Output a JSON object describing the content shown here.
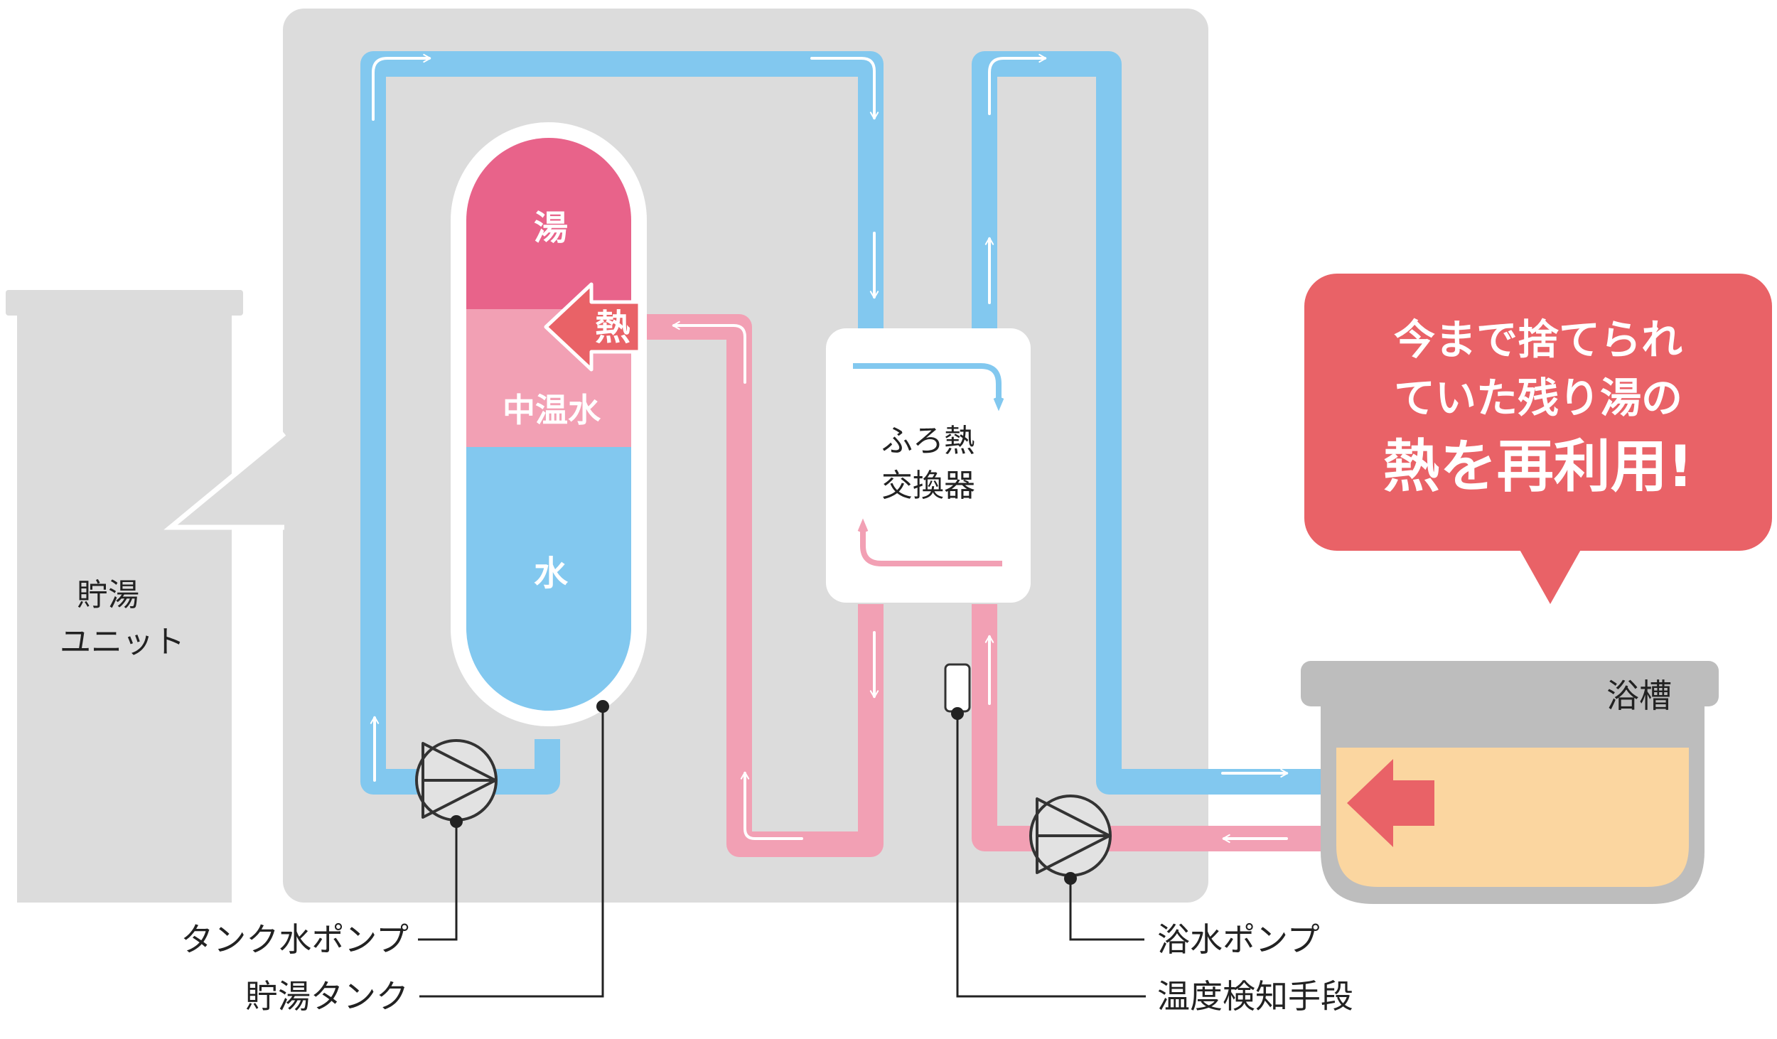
{
  "storage_unit": {
    "label_line1": "貯湯",
    "label_line2": "ユニット"
  },
  "tank": {
    "zone_hot": "湯",
    "zone_mid": "中温水",
    "zone_cold": "水",
    "heat_arrow": "熱"
  },
  "exchanger": {
    "line1": "ふろ熱",
    "line2": "交換器"
  },
  "callout": {
    "line1": "今まで捨てられ",
    "line2": "ていた残り湯の",
    "line3": "熱を再利用!"
  },
  "bathtub": {
    "label": "浴槽"
  },
  "labels": {
    "tank_pump": "タンク水ポンプ",
    "storage_tank": "貯湯タンク",
    "bath_pump": "浴水ポンプ",
    "temp_sensor": "温度検知手段"
  },
  "colors": {
    "unit_bg": "#dcdcdc",
    "water_pipe": "#82c8ef",
    "hot_pipe": "#f2a0b4",
    "hot_zone": "#e8638a",
    "callout": "#e96267",
    "bath_water": "#fbd6a0",
    "bathtub": "#bdbdbd"
  }
}
